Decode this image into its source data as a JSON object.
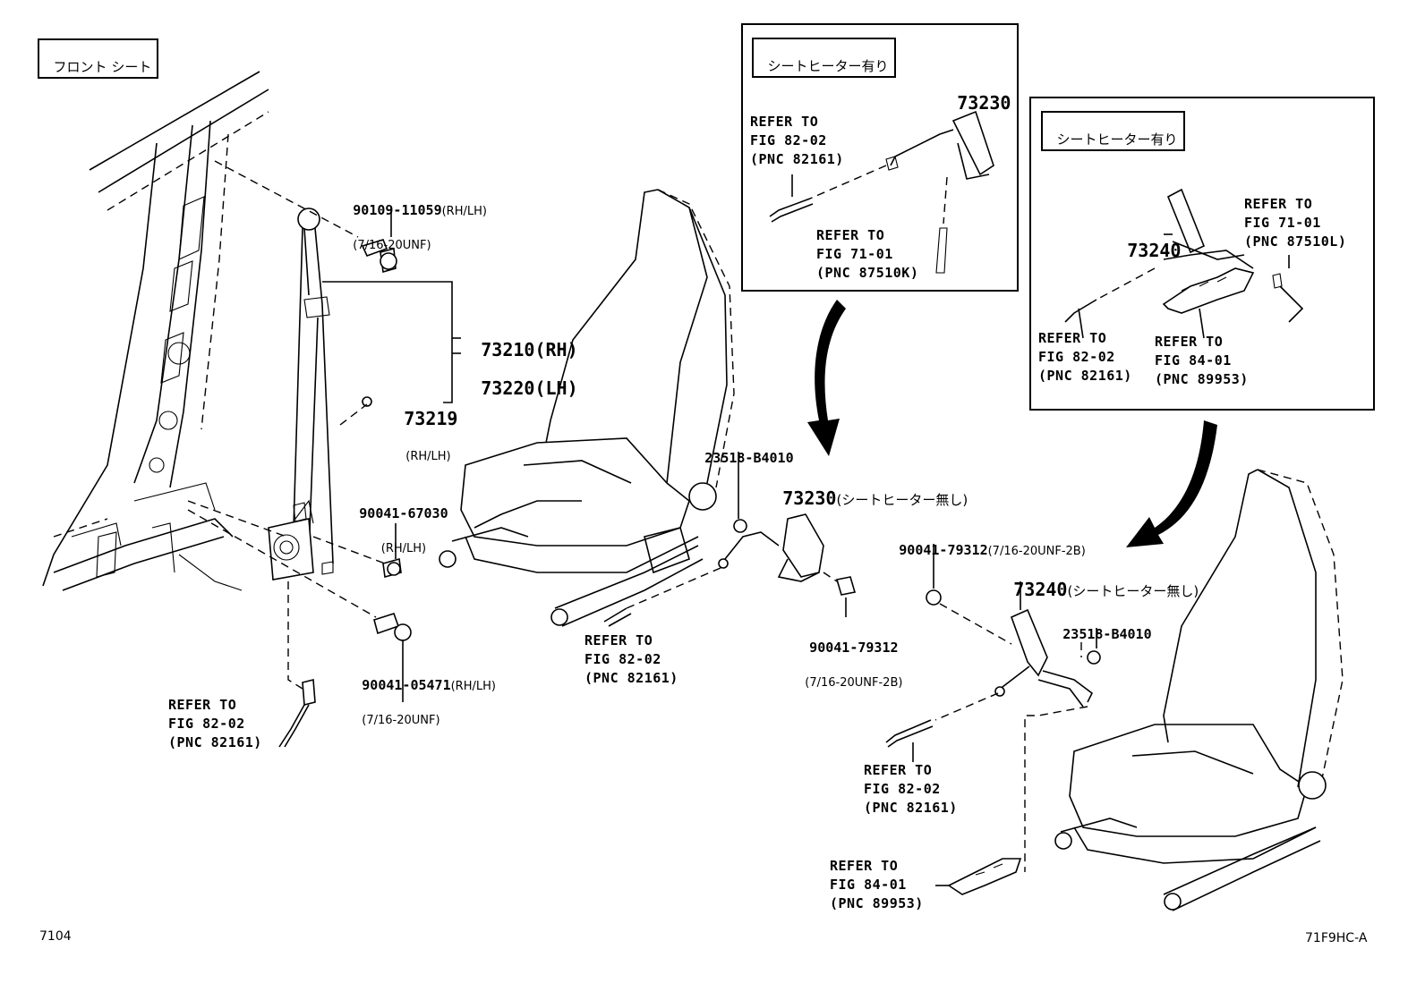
{
  "header": {
    "section_label": "フロント シート"
  },
  "panels": {
    "heater_box_1": {
      "label": "シートヒーター有り"
    },
    "heater_box_2": {
      "label": "シートヒーター有り"
    }
  },
  "parts": {
    "p90109": {
      "number": "90109-11059",
      "note": "(RH/LH)",
      "spec": "(7/16-20UNF)"
    },
    "p73210": {
      "number": "73210(RH)"
    },
    "p73220": {
      "number": "73220(LH)"
    },
    "p73219": {
      "number": "73219",
      "note": "(RH/LH)"
    },
    "p90041_67030": {
      "number": "90041-67030",
      "note": "(RH/LH)"
    },
    "p90041_05471": {
      "number": "90041-05471",
      "note": "(RH/LH)",
      "spec": "(7/16-20UNF)"
    },
    "p73230_box": {
      "number": "73230"
    },
    "p73230_main": {
      "number": "73230",
      "note": "(シートヒーター無し)"
    },
    "p23518_a": {
      "number": "23518-B4010"
    },
    "p23518_b": {
      "number": "23518-B4010"
    },
    "p90041_79312_a": {
      "number": "90041-79312",
      "spec": "(7/16-20UNF-2B)"
    },
    "p90041_79312_b": {
      "number": "90041-79312",
      "spec": "(7/16-20UNF-2B)"
    },
    "p73240_box": {
      "number": "73240"
    },
    "p73240_main": {
      "number": "73240",
      "note": "(シートヒーター無し)"
    }
  },
  "refs": {
    "r1": [
      "REFER TO",
      "FIG 82-02",
      "(PNC 82161)"
    ],
    "r2": [
      "REFER TO",
      "FIG 82-02",
      "(PNC 82161)"
    ],
    "r3": [
      "REFER TO",
      "FIG 82-02",
      "(PNC 82161)"
    ],
    "r4": [
      "REFER TO",
      "FIG 71-01",
      "(PNC 87510K)"
    ],
    "r5": [
      "REFER TO",
      "FIG 71-01",
      "(PNC 87510L)"
    ],
    "r6": [
      "REFER TO",
      "FIG 82-02",
      "(PNC 82161)"
    ],
    "r7": [
      "REFER TO",
      "FIG 84-01",
      "(PNC 89953)"
    ],
    "r8": [
      "REFER TO",
      "FIG 82-02",
      "(PNC 82161)"
    ],
    "r9": [
      "REFER TO",
      "FIG 84-01",
      "(PNC 89953)"
    ]
  },
  "footer": {
    "page_number": "7104",
    "illustration_code": "71F9HC-A"
  }
}
